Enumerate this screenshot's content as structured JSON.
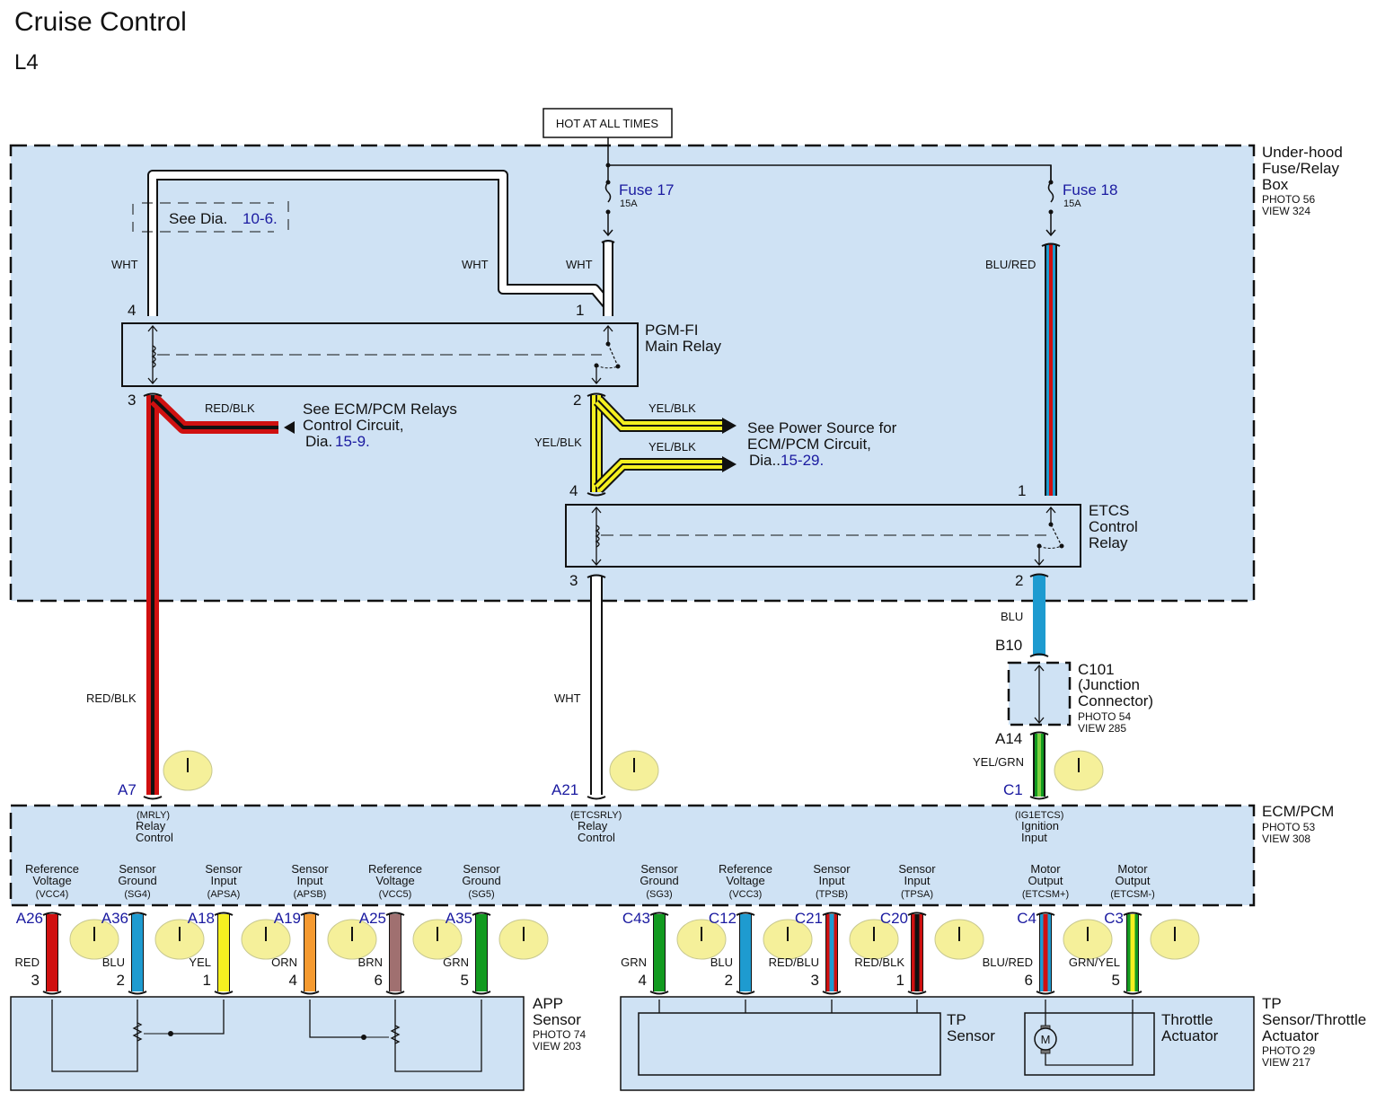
{
  "header": {
    "title": "Cruise Control",
    "variant": "L4"
  },
  "colors": {
    "box_fill": "#cfe2f4",
    "link_blue": "#1a1aa0",
    "RED": "#d01010",
    "BLK": "#111111",
    "BLU": "#1e9bd0",
    "YEL": "#f5f020",
    "ORN": "#f59a30",
    "BRN": "#a07070",
    "GRN": "#129a20",
    "WHT": "#ffffff",
    "test_point": "#f5f09a"
  },
  "power": {
    "label": "HOT AT ALL TIMES"
  },
  "underhood_box": {
    "name": "Under-hood Fuse/Relay Box",
    "name_lines": [
      "Under-hood",
      "Fuse/Relay",
      "Box"
    ],
    "photo": "PHOTO 56",
    "view": "VIEW 324",
    "fuses": [
      {
        "name": "Fuse 17",
        "rating": "15A"
      },
      {
        "name": "Fuse 18",
        "rating": "15A"
      }
    ],
    "see_dia": {
      "prefix": "See  Dia.",
      "ref": "10-6."
    }
  },
  "pgmfi_relay": {
    "name_lines": [
      "PGM-FI",
      "Main Relay"
    ],
    "pins": {
      "top_left": "4",
      "top_right": "1",
      "bottom_left": "3",
      "bottom_right": "2"
    }
  },
  "etcs_relay": {
    "name_lines": [
      "ETCS",
      "Control",
      "Relay"
    ],
    "pins": {
      "top_left": "4",
      "top_right": "1",
      "bottom_left": "3",
      "bottom_right": "2"
    }
  },
  "wires_top": {
    "wht_left": "WHT",
    "wht_mid": "WHT",
    "wht_fuse": "WHT",
    "blu_red": "BLU/RED",
    "red_blk_branch": "RED/BLK",
    "yel_blk_branch1": "YEL/BLK",
    "yel_blk_branch2": "YEL/BLK",
    "yel_blk_vertical": "YEL/BLK",
    "red_blk_down": "RED/BLK",
    "wht_down": "WHT",
    "blu_down": "BLU",
    "yel_grn": "YEL/GRN"
  },
  "references": {
    "ecm_relays": {
      "lines": [
        "See ECM/PCM Relays",
        "Control Circuit,"
      ],
      "prefix": "Dia.",
      "ref": "15-9."
    },
    "power_source": {
      "lines": [
        "See Power Source for",
        "ECM/PCM Circuit,"
      ],
      "prefix": "Dia..",
      "ref": "15-29."
    }
  },
  "junction": {
    "name_lines": [
      "C101",
      "(Junction",
      "Connector)"
    ],
    "photo": "PHOTO 54",
    "view": "VIEW 285",
    "pin_top": "B10",
    "pin_bottom": "A14"
  },
  "ecm": {
    "name": "ECM/PCM",
    "photo": "PHOTO 53",
    "view": "VIEW 308",
    "top_terminals": [
      {
        "pin": "A7",
        "signal": "(MRLY)",
        "lines": [
          "Relay",
          "Control"
        ]
      },
      {
        "pin": "A21",
        "signal": "(ETCSRLY)",
        "lines": [
          "Relay",
          "Control"
        ]
      },
      {
        "pin": "C1",
        "signal": "(IG1ETCS)",
        "lines": [
          "Ignition",
          "Input"
        ]
      }
    ],
    "bottom_terminals": [
      {
        "pin": "A26",
        "lines": [
          "Reference",
          "Voltage"
        ],
        "signal": "(VCC4)",
        "wire": "RED",
        "sensor_pin": "3",
        "colors": [
          "RED"
        ]
      },
      {
        "pin": "A36",
        "lines": [
          "Sensor",
          "Ground"
        ],
        "signal": "(SG4)",
        "wire": "BLU",
        "sensor_pin": "2",
        "colors": [
          "BLU"
        ]
      },
      {
        "pin": "A18",
        "lines": [
          "Sensor",
          "Input"
        ],
        "signal": "(APSA)",
        "wire": "YEL",
        "sensor_pin": "1",
        "colors": [
          "YEL"
        ]
      },
      {
        "pin": "A19",
        "lines": [
          "Sensor",
          "Input"
        ],
        "signal": "(APSB)",
        "wire": "ORN",
        "sensor_pin": "4",
        "colors": [
          "ORN"
        ]
      },
      {
        "pin": "A25",
        "lines": [
          "Reference",
          "Voltage"
        ],
        "signal": "(VCC5)",
        "wire": "BRN",
        "sensor_pin": "6",
        "colors": [
          "BRN"
        ]
      },
      {
        "pin": "A35",
        "lines": [
          "Sensor",
          "Ground"
        ],
        "signal": "(SG5)",
        "wire": "GRN",
        "sensor_pin": "5",
        "colors": [
          "GRN"
        ]
      },
      {
        "pin": "C43",
        "lines": [
          "Sensor",
          "Ground"
        ],
        "signal": "(SG3)",
        "wire": "GRN",
        "sensor_pin": "4",
        "colors": [
          "GRN"
        ]
      },
      {
        "pin": "C12",
        "lines": [
          "Reference",
          "Voltage"
        ],
        "signal": "(VCC3)",
        "wire": "BLU",
        "sensor_pin": "2",
        "colors": [
          "BLU"
        ]
      },
      {
        "pin": "C21",
        "lines": [
          "Sensor",
          "Input"
        ],
        "signal": "(TPSB)",
        "wire": "RED/BLU",
        "sensor_pin": "3",
        "colors": [
          "RED",
          "BLU"
        ]
      },
      {
        "pin": "C20",
        "lines": [
          "Sensor",
          "Input"
        ],
        "signal": "(TPSA)",
        "wire": "RED/BLK",
        "sensor_pin": "1",
        "colors": [
          "RED",
          "BLK"
        ]
      },
      {
        "pin": "C4",
        "lines": [
          "Motor",
          "Output"
        ],
        "signal": "(ETCSM+)",
        "wire": "BLU/RED",
        "sensor_pin": "6",
        "colors": [
          "BLU",
          "RED"
        ]
      },
      {
        "pin": "C3",
        "lines": [
          "Motor",
          "Output"
        ],
        "signal": "(ETCSM-)",
        "wire": "GRN/YEL",
        "sensor_pin": "5",
        "colors": [
          "GRN",
          "YEL"
        ]
      }
    ]
  },
  "app_sensor": {
    "name_lines": [
      "APP",
      "Sensor"
    ],
    "photo": "PHOTO 74",
    "view": "VIEW 203"
  },
  "tp_assembly": {
    "name_lines": [
      "TP",
      "Sensor/Throttle",
      "Actuator"
    ],
    "photo": "PHOTO 29",
    "view": "VIEW 217",
    "tp_sensor_lines": [
      "TP",
      "Sensor"
    ],
    "actuator_lines": [
      "Throttle",
      "Actuator"
    ],
    "motor_symbol": "M"
  }
}
